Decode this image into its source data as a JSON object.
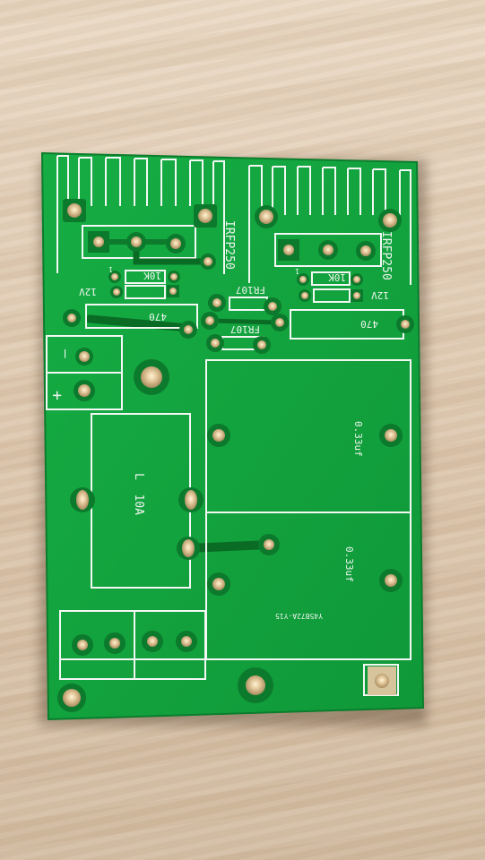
{
  "image": {
    "subject": "bare-printed-circuit-board",
    "board_color": "#12a53f",
    "silk_color": "#f4f8f4"
  },
  "labels": {
    "q1": "IRFP250",
    "q2": "IRFP250",
    "r10k_1": "10K",
    "r10k_2": "10K",
    "z12v_1": "12V",
    "z12v_2": "12V",
    "one_1": "1",
    "one_2": "1",
    "r470_1": "470",
    "r470_2": "470",
    "fr107_1": "FR107",
    "fr107_2": "FR107",
    "inductor": "L  10A",
    "cap1": "0.33uf",
    "cap2": "0.33uf",
    "board_code": "Y45B72A-Y15",
    "minus": "—",
    "plus": "+"
  }
}
